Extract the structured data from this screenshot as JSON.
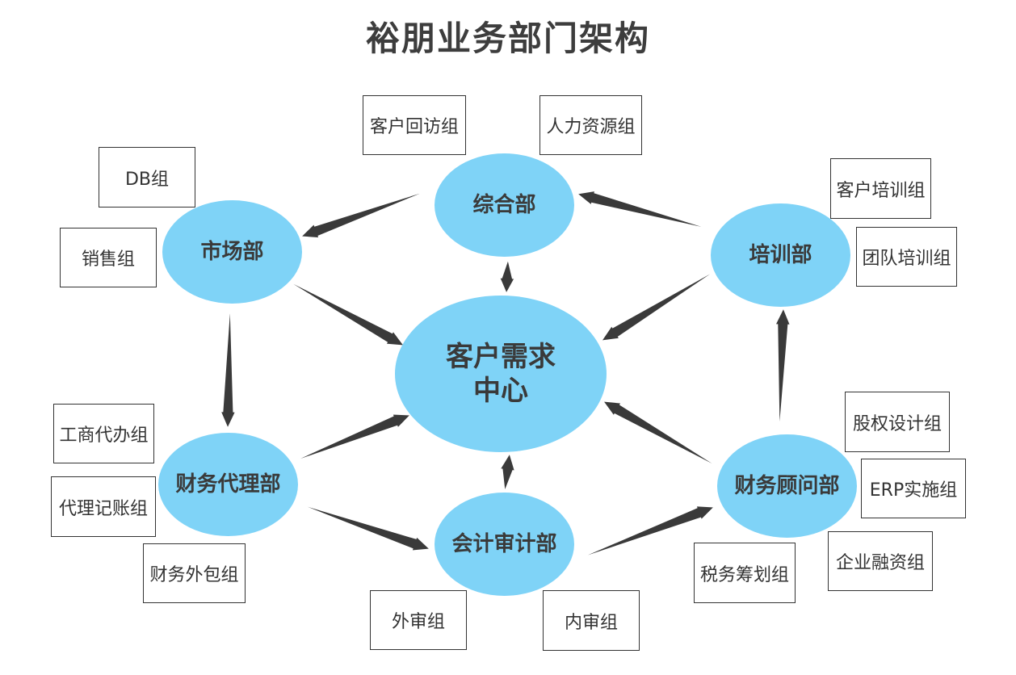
{
  "title": "裕朋业务部门架构",
  "center": "客户需求\n中心",
  "departments": {
    "zonghe": "综合部",
    "shichang": "市场部",
    "peixun": "培训部",
    "caiwudaili": "财务代理部",
    "kuaijishenji": "会计审计部",
    "caiwuguwen": "财务顾问部"
  },
  "groups": {
    "kehuhuifang": "客户回访组",
    "renliziyuan": "人力资源组",
    "db": "DB组",
    "xiaoshou": "销售组",
    "kehupeixun": "客户培训组",
    "tuanduipeixun": "团队培训组",
    "gongshangdaiban": "工商代办组",
    "dailijizhang": "代理记账组",
    "caiwuwaibao": "财务外包组",
    "waishen": "外审组",
    "neishen": "内审组",
    "shuiwuchouhua": "税务筹划组",
    "guquansheji": "股权设计组",
    "erpshishi": "ERP实施组",
    "qiyerongzi": "企业融资组"
  },
  "colors": {
    "node": "#7fd3f7",
    "arrow": "#3a3a3a",
    "text": "#3a3a3a"
  }
}
